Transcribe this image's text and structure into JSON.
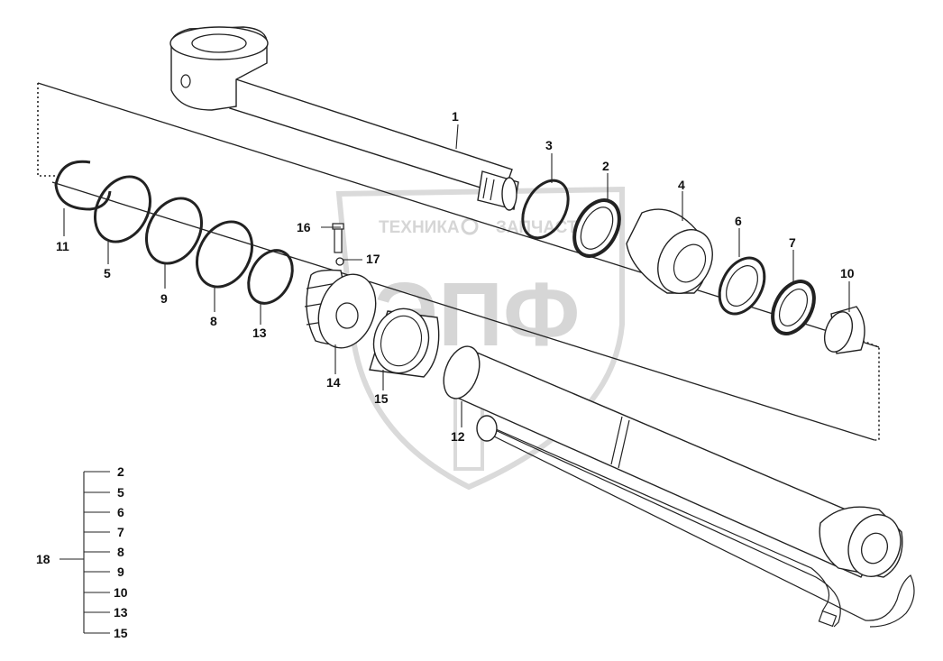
{
  "watermark": {
    "left_text": "ТЕХНИКА",
    "right_text": "ЗАПЧАСТИ",
    "logo_text": "ЭПФ"
  },
  "callouts": {
    "p1": "1",
    "p2": "2",
    "p3": "3",
    "p4": "4",
    "p5": "5",
    "p6": "6",
    "p7": "7",
    "p8": "8",
    "p9": "9",
    "p10": "10",
    "p11": "11",
    "p12": "12",
    "p13": "13",
    "p14": "14",
    "p15": "15",
    "p16": "16",
    "p17": "17"
  },
  "kit": {
    "label": "18",
    "items": [
      "2",
      "5",
      "6",
      "7",
      "8",
      "9",
      "10",
      "13",
      "15"
    ]
  }
}
